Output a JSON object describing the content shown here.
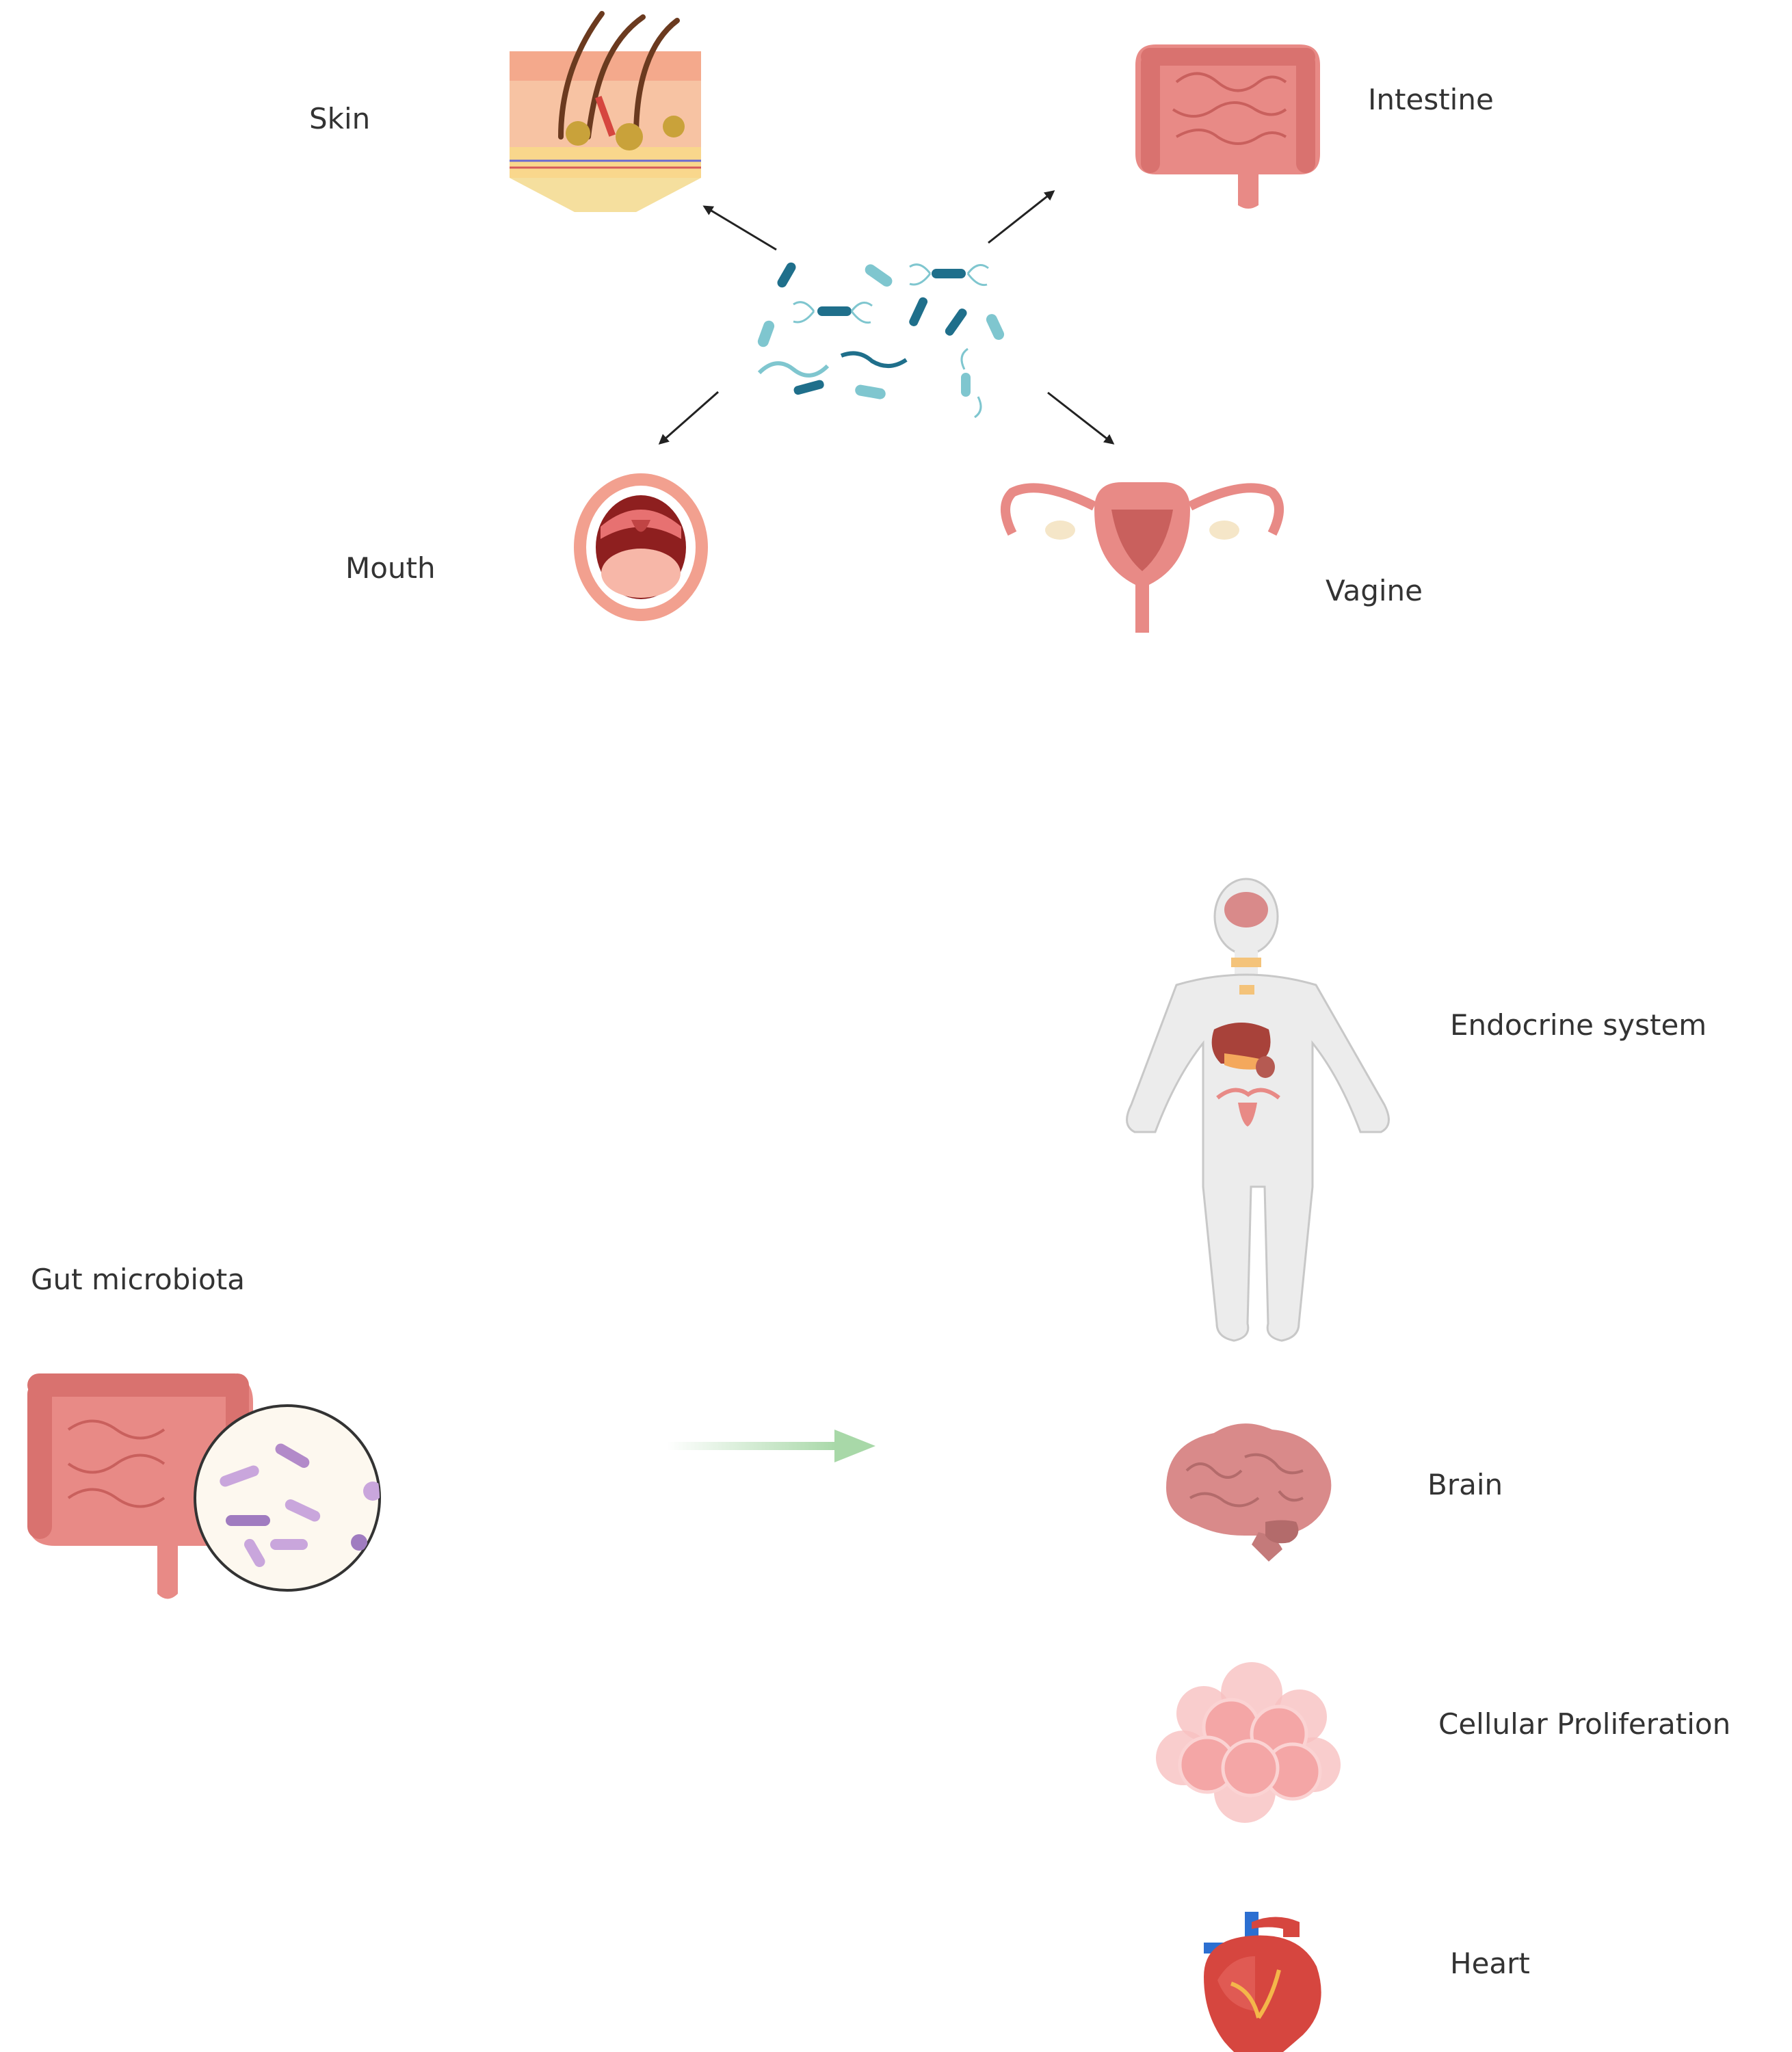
{
  "top_section": {
    "labels": {
      "skin": "Skin",
      "intestine": "Intestine",
      "mouth": "Mouth",
      "vagine": "Vagine"
    },
    "icons": [
      "bacteria-cluster-icon",
      "skin-layers-icon",
      "intestine-icon",
      "open-mouth-icon",
      "uterus-icon"
    ]
  },
  "bottom_section": {
    "source_label": "Gut microbiota",
    "targets": {
      "endocrine": "Endocrine system",
      "brain": "Brain",
      "cellular": "Cellular Proliferation",
      "heart": "Heart"
    },
    "icons": [
      "gut-with-microbe-lens-icon",
      "human-body-icon",
      "brain-icon",
      "cell-cluster-icon",
      "heart-icon"
    ],
    "arrow_color": "#a8d8a8"
  },
  "colors": {
    "organ_pink": "#e88a86",
    "organ_dark": "#c9605d",
    "bacteria_teal": "#1f6f8b",
    "bacteria_light": "#7fc6cf",
    "arrow_black": "#222222"
  }
}
